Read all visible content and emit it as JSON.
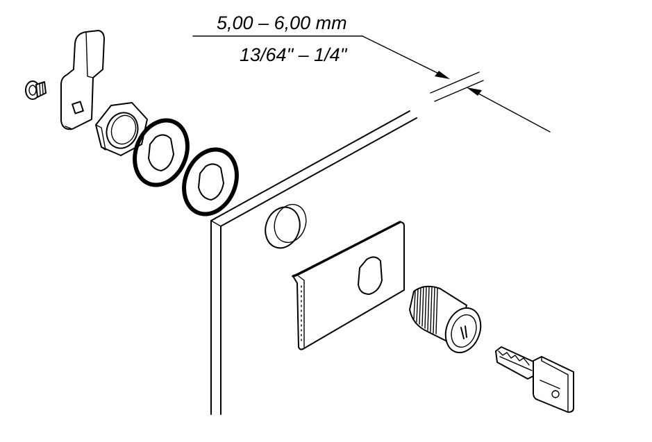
{
  "dimension": {
    "metric": "5,00 – 6,00 mm",
    "imperial": "13/64\" – 1/4\""
  },
  "parts": [
    {
      "name": "screw"
    },
    {
      "name": "cam"
    },
    {
      "name": "hex-nut"
    },
    {
      "name": "washer"
    },
    {
      "name": "washer"
    },
    {
      "name": "panel"
    },
    {
      "name": "mounting-plate"
    },
    {
      "name": "lock-cylinder"
    },
    {
      "name": "key"
    }
  ]
}
